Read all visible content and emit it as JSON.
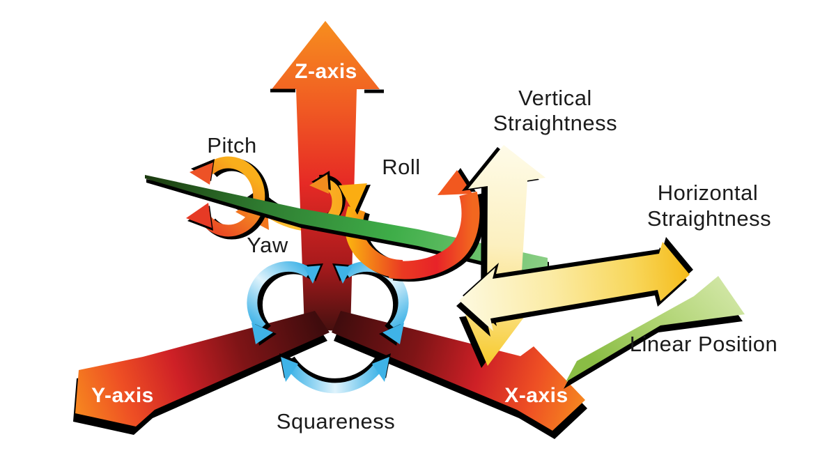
{
  "diagram": {
    "description": "Six degrees of freedom linear-axis error motion diagram",
    "labels": {
      "z_axis": "Z-axis",
      "y_axis": "Y-axis",
      "x_axis": "X-axis",
      "pitch": "Pitch",
      "yaw": "Yaw",
      "roll": "Roll",
      "vertical_straightness": {
        "line1": "Vertical",
        "line2": "Straightness"
      },
      "horizontal_straightness": {
        "line1": "Horizontal",
        "line2": "Straightness"
      },
      "linear_position": "Linear Position",
      "squareness": "Squareness"
    },
    "colors": {
      "background": "#FFFFFF",
      "axis_arrow_tip_orange": "#F6861F",
      "axis_arrow_red": "#E62A25",
      "axis_arrow_dark_center": "#43100F",
      "rotation_gold": "#FCB90F",
      "rotation_red": "#E82328",
      "squareness_blue": "#3FB3E7",
      "straightness_cream": "#FDF9DF",
      "straightness_gold": "#F5BB1A",
      "reference_bar_green": "#3FAE49",
      "linear_position_green": "#8ABD45",
      "outline_black": "#000000",
      "label_black": "#1B1B1B",
      "axis_label_white": "#FFFFFF"
    }
  }
}
